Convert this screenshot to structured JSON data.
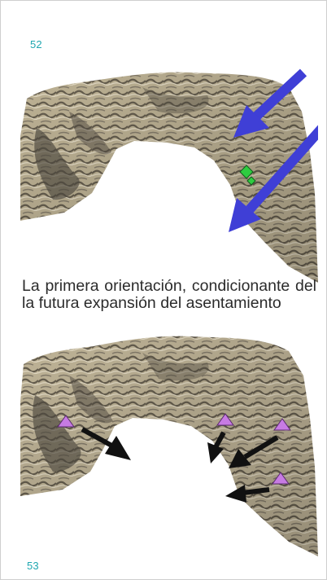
{
  "page": {
    "top_number": "52",
    "bottom_number": "53"
  },
  "caption": {
    "text": "La primera orientación, condicionante del la futura expansión del asentamiento"
  },
  "figure_top": {
    "arrow_color": "#3f3fd6",
    "marker_color": "#2ecc40",
    "marker_icon": "green-diamond-marker-icon"
  },
  "figure_bottom": {
    "arrow_color": "#111111",
    "marker_color": "#c77be3",
    "marker_icon": "purple-triangle-marker-icon"
  },
  "colors": {
    "page_number": "#1fa7b0",
    "caption_text": "#2b2b2b",
    "terrain_light": "#c9bd9f",
    "terrain_dark": "#4b463d"
  }
}
